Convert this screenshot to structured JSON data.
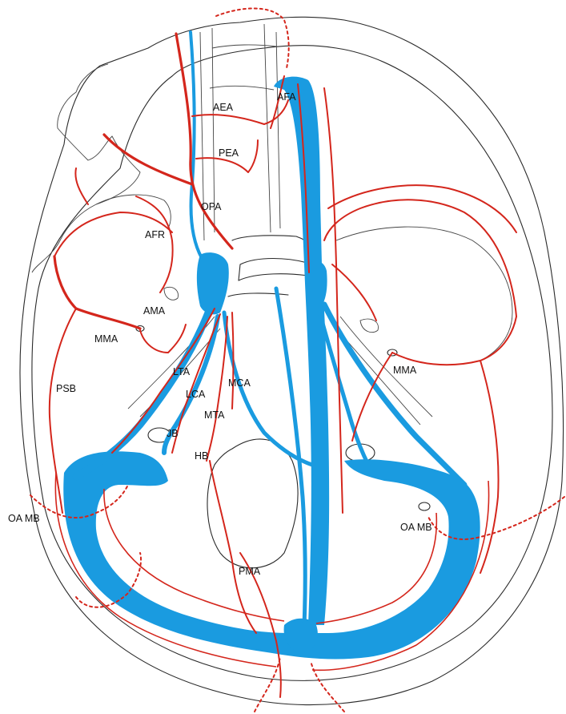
{
  "colors": {
    "artery": "#d4261c",
    "venous_sinus": "#1a9be0",
    "outline": "#2a2a2a"
  },
  "labels": {
    "aea": "AEA",
    "afa": "AFA",
    "pea": "PEA",
    "opa": "OPA",
    "afr": "AFR",
    "ama": "AMA",
    "mma_left": "MMA",
    "mma_right": "MMA",
    "lta": "LTA",
    "lca": "LCA",
    "mca": "MCA",
    "mta": "MTA",
    "psb": "PSB",
    "jb": "JB",
    "hb": "HB",
    "oa_mb_left": "OA MB",
    "oa_mb_right": "OA MB",
    "pma": "PMA"
  }
}
